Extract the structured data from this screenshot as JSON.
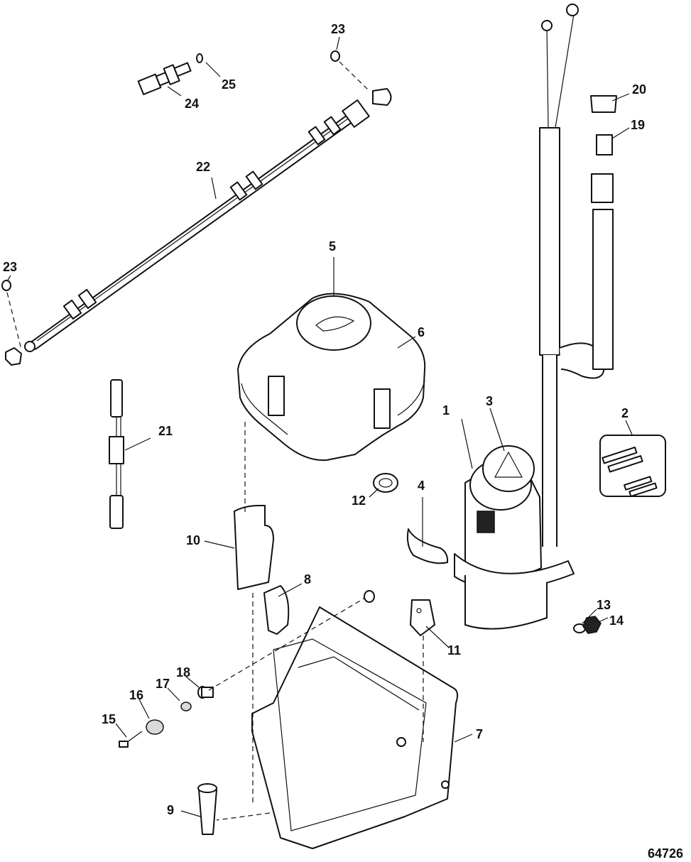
{
  "figure": {
    "number": "64726",
    "callouts": [
      {
        "key": "c1",
        "label": "1"
      },
      {
        "key": "c2",
        "label": "2"
      },
      {
        "key": "c3",
        "label": "3"
      },
      {
        "key": "c4",
        "label": "4"
      },
      {
        "key": "c5",
        "label": "5"
      },
      {
        "key": "c6",
        "label": "6"
      },
      {
        "key": "c7",
        "label": "7"
      },
      {
        "key": "c8",
        "label": "8"
      },
      {
        "key": "c9",
        "label": "9"
      },
      {
        "key": "c10",
        "label": "10"
      },
      {
        "key": "c11",
        "label": "11"
      },
      {
        "key": "c12",
        "label": "12"
      },
      {
        "key": "c13",
        "label": "13"
      },
      {
        "key": "c14",
        "label": "14"
      },
      {
        "key": "c15",
        "label": "15"
      },
      {
        "key": "c16",
        "label": "16"
      },
      {
        "key": "c17",
        "label": "17"
      },
      {
        "key": "c18",
        "label": "18"
      },
      {
        "key": "c19",
        "label": "19"
      },
      {
        "key": "c20",
        "label": "20"
      },
      {
        "key": "c21",
        "label": "21"
      },
      {
        "key": "c22",
        "label": "22"
      },
      {
        "key": "c23a",
        "label": "23"
      },
      {
        "key": "c23b",
        "label": "23"
      },
      {
        "key": "c24",
        "label": "24"
      },
      {
        "key": "c25",
        "label": "25"
      }
    ]
  }
}
